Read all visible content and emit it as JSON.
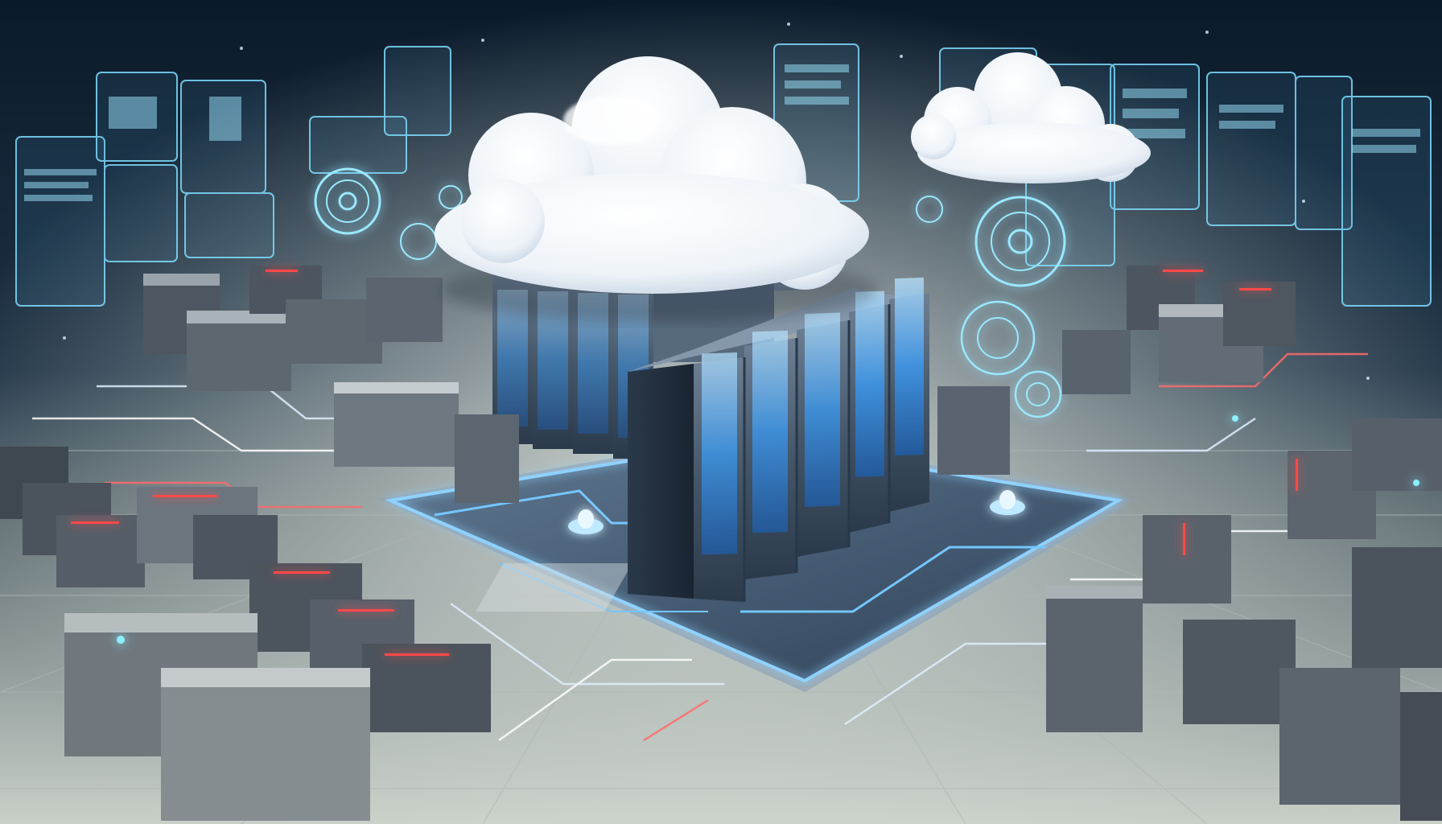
{
  "scene": {
    "subject": "cloud-datacenter-illustration",
    "palette": {
      "background_top": "#0b1a2a",
      "background_mid": "#1d3245",
      "floor_light": "#c9d0c8",
      "floor_shadow": "#7f8c8c",
      "server_body": "#4b5d72",
      "server_dark": "#263446",
      "server_glow": "#3aa0ff",
      "cloud_white": "#ffffff",
      "cloud_shadow": "#c9d7e6",
      "hologram_cyan": "#7fdcff",
      "accent_red": "#ff4a4a",
      "circuit_blue": "#5ab8ff"
    },
    "objects": {
      "clouds": 2,
      "main_server_racks": 9,
      "hologram_rings": 4,
      "hologram_panels": 14,
      "peripheral_server_units": 26
    }
  }
}
